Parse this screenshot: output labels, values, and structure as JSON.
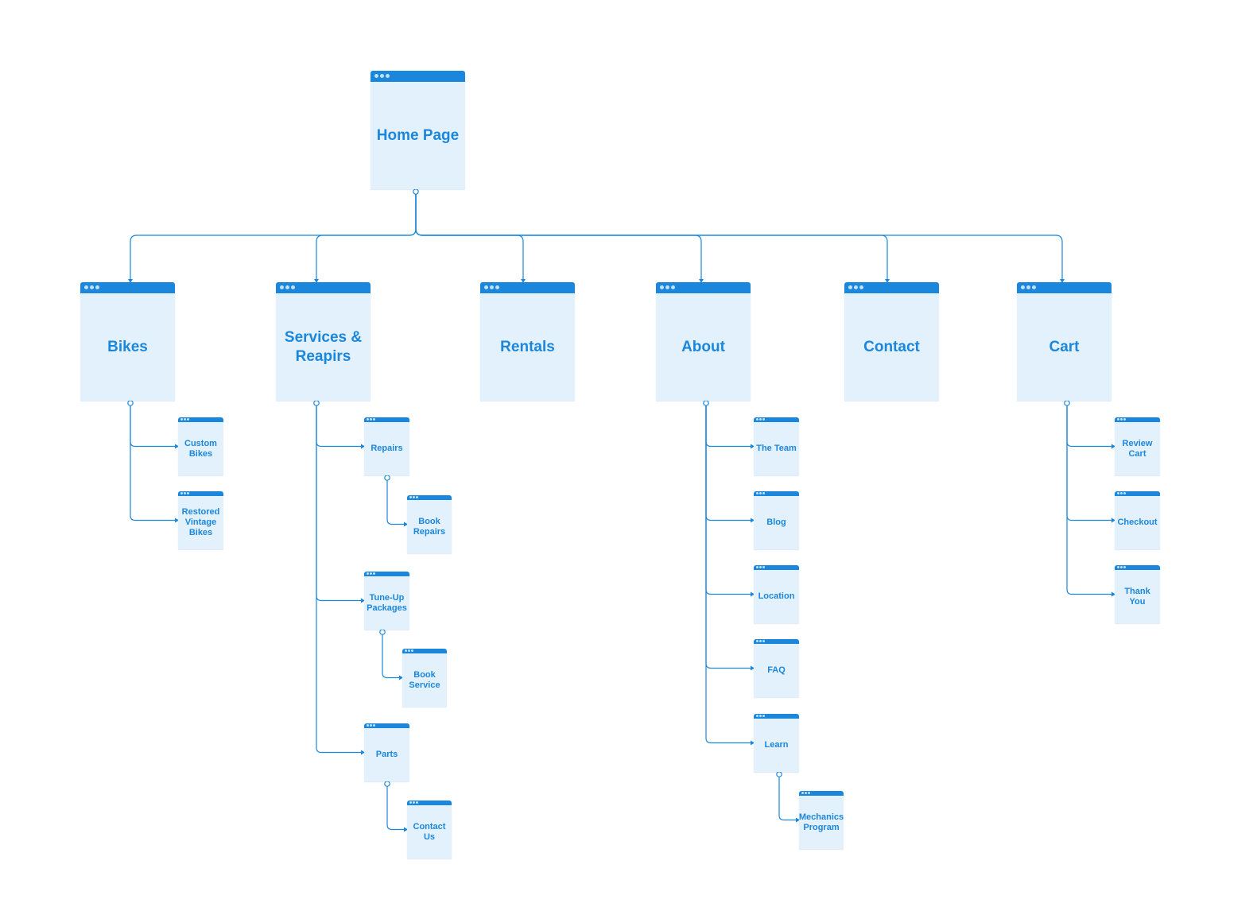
{
  "diagram": {
    "colors": {
      "accent": "#1b87dc",
      "card_fill": "#e3f1fd",
      "line": "#1b87dc"
    },
    "root": {
      "id": "home",
      "label": "Home Page"
    },
    "sections": [
      {
        "id": "bikes",
        "label": "Bikes",
        "children": [
          {
            "id": "custom-bikes",
            "label": "Custom Bikes"
          },
          {
            "id": "restored-vintage-bikes",
            "label": "Restored Vintage Bikes"
          }
        ]
      },
      {
        "id": "services-repairs",
        "label": "Services & Reapirs",
        "children": [
          {
            "id": "repairs",
            "label": "Repairs",
            "children": [
              {
                "id": "book-repairs",
                "label": "Book Repairs"
              }
            ]
          },
          {
            "id": "tune-up-packages",
            "label": "Tune-Up Packages",
            "children": [
              {
                "id": "book-service",
                "label": "Book Service"
              }
            ]
          },
          {
            "id": "parts",
            "label": "Parts",
            "children": [
              {
                "id": "contact-us",
                "label": "Contact Us"
              }
            ]
          }
        ]
      },
      {
        "id": "rentals",
        "label": "Rentals",
        "children": []
      },
      {
        "id": "about",
        "label": "About",
        "children": [
          {
            "id": "the-team",
            "label": "The Team"
          },
          {
            "id": "blog",
            "label": "Blog"
          },
          {
            "id": "location",
            "label": "Location"
          },
          {
            "id": "faq",
            "label": "FAQ"
          },
          {
            "id": "learn",
            "label": "Learn",
            "children": [
              {
                "id": "mechanics-program",
                "label": "Mechanics Program"
              }
            ]
          }
        ]
      },
      {
        "id": "contact",
        "label": "Contact",
        "children": []
      },
      {
        "id": "cart",
        "label": "Cart",
        "children": [
          {
            "id": "review-cart",
            "label": "Review Cart"
          },
          {
            "id": "checkout",
            "label": "Checkout"
          },
          {
            "id": "thank-you",
            "label": "Thank You"
          }
        ]
      }
    ]
  }
}
